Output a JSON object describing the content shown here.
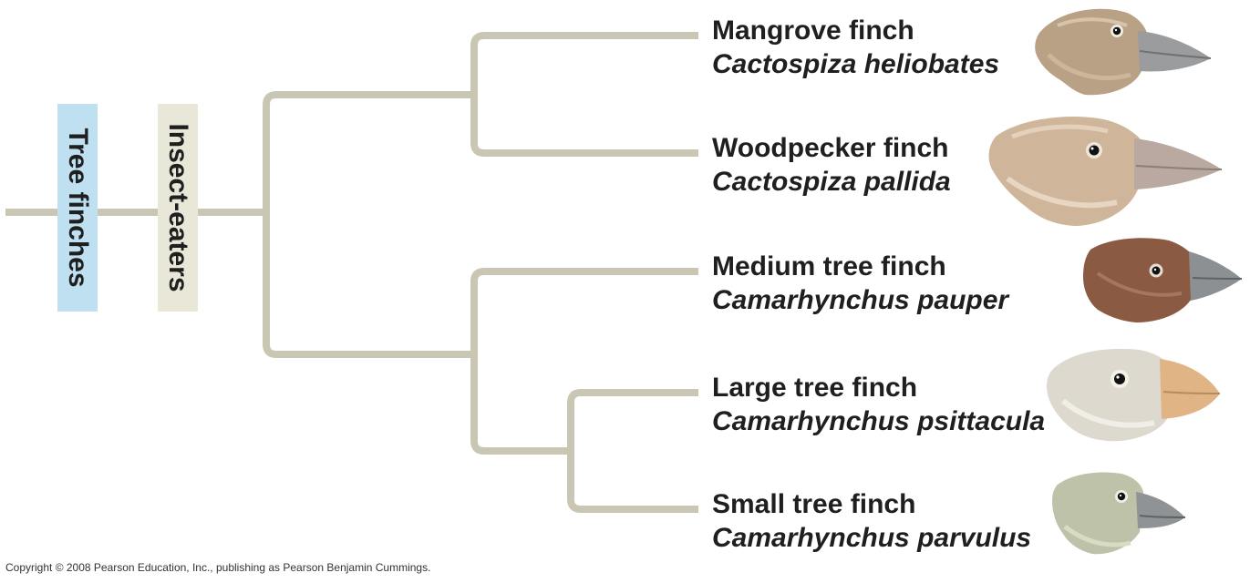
{
  "labels": {
    "tree_finches": "Tree finches",
    "insect_eaters": "Insect-eaters"
  },
  "species": [
    {
      "common": "Mangrove finch",
      "scientific": "Cactospiza heliobates"
    },
    {
      "common": "Woodpecker finch",
      "scientific": "Cactospiza pallida"
    },
    {
      "common": "Medium tree finch",
      "scientific": "Camarhynchus pauper"
    },
    {
      "common": "Large tree finch",
      "scientific": "Camarhynchus psittacula"
    },
    {
      "common": "Small tree finch",
      "scientific": "Camarhynchus parvulus"
    }
  ],
  "copyright": "Copyright © 2008 Pearson Education, Inc., publishing as Pearson Benjamin Cummings.",
  "colors": {
    "branch": "#c9c6b3",
    "tree_finches_tag": "#bfe0f0",
    "insect_eaters_tag": "#e9e7d8",
    "text": "#1f1f1f"
  }
}
